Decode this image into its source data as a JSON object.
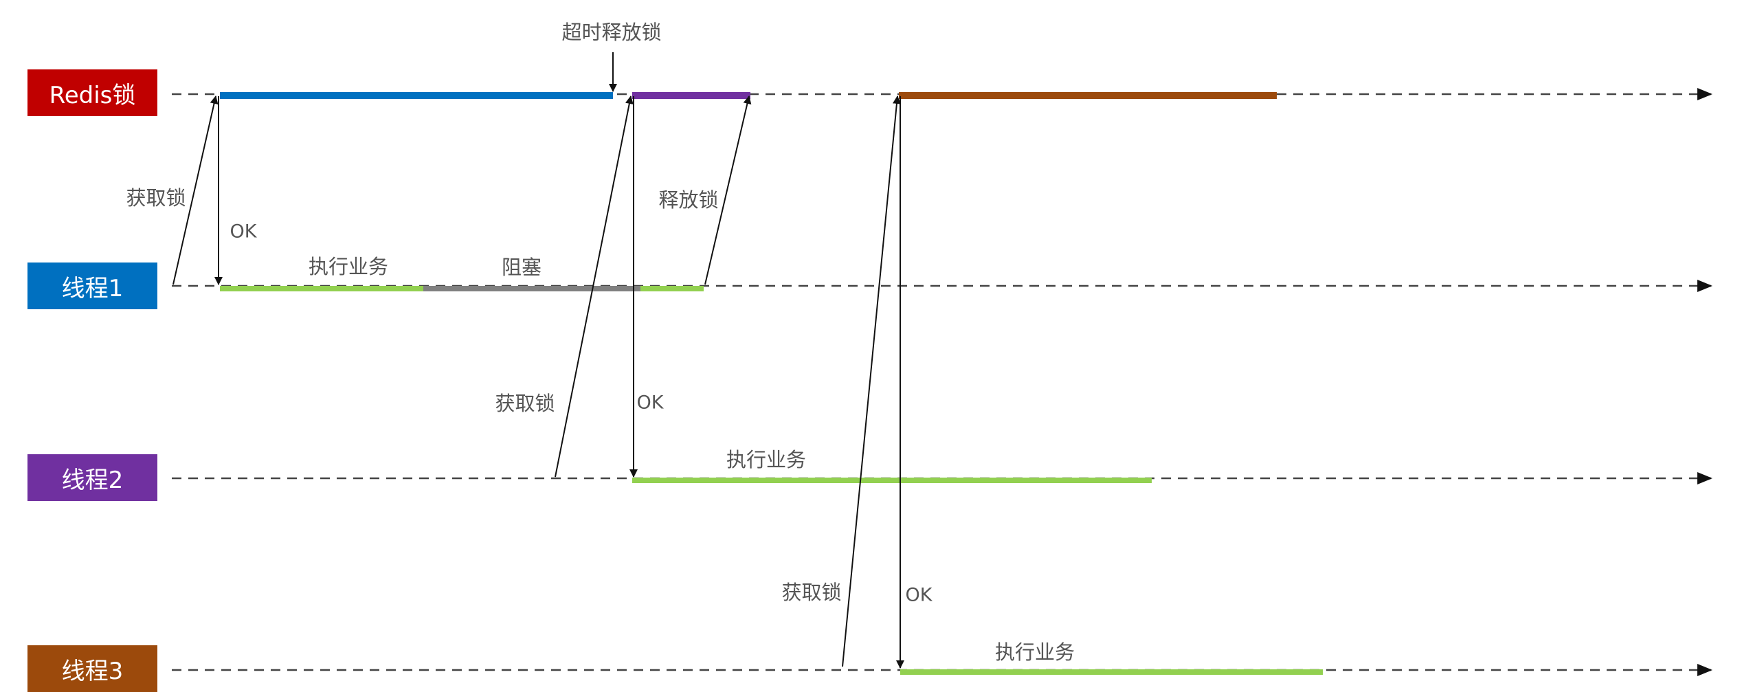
{
  "lanes": [
    {
      "label": "Redis锁",
      "color": "#c00000"
    },
    {
      "label": "线程1",
      "color": "#0070c0"
    },
    {
      "label": "线程2",
      "color": "#7030a0"
    },
    {
      "label": "线程3",
      "color": "#9c4a0c"
    }
  ],
  "annotations": {
    "timeout_release": "超时释放锁",
    "acquire_lock_1": "获取锁",
    "ok_1": "OK",
    "execute_1": "执行业务",
    "blocked": "阻塞",
    "release_lock": "释放锁",
    "acquire_lock_2": "获取锁",
    "ok_2": "OK",
    "execute_2": "执行业务",
    "acquire_lock_3": "获取锁",
    "ok_3": "OK",
    "execute_3": "执行业务"
  },
  "colors": {
    "lock_hold_thread1": "#0070c0",
    "lock_hold_thread2": "#7030a0",
    "lock_hold_thread3": "#9c4a0c",
    "executing": "#92d050",
    "blocked": "#808080",
    "timeline": "#444444",
    "arrow": "#111111"
  }
}
